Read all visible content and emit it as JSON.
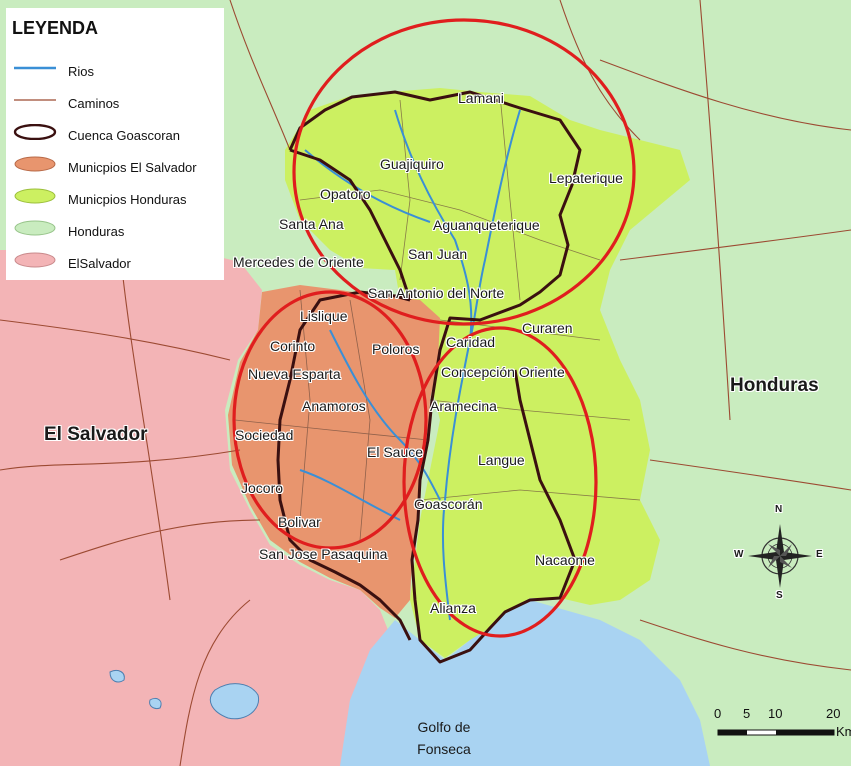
{
  "legend": {
    "title": "LEYENDA",
    "items": [
      {
        "label": "Rios",
        "symbol": "line",
        "color": "#3a8fd6"
      },
      {
        "label": "Caminos",
        "symbol": "line",
        "color": "#9c4a32"
      },
      {
        "label": "Cuenca Goascoran",
        "symbol": "outline",
        "color": "#3a1010"
      },
      {
        "label": "Municpios El Salvador",
        "symbol": "fill",
        "color": "#e8956e"
      },
      {
        "label": "Municpios Honduras",
        "symbol": "fill",
        "color": "#ccf061"
      },
      {
        "label": "Honduras",
        "symbol": "fill",
        "color": "#c9ecbf"
      },
      {
        "label": "ElSalvador",
        "symbol": "fill",
        "color": "#f3b4b6"
      }
    ]
  },
  "countries": {
    "el_salvador": "El Salvador",
    "honduras": "Honduras"
  },
  "municipalities": {
    "lamani": "Lamani",
    "guajiquiro": "Guajiquiro",
    "lepaterique": "Lepaterique",
    "opatoro": "Opatoro",
    "santa_ana": "Santa Ana",
    "aguanqueterique": "Aguanqueterique",
    "mercedes": "Mercedes de Oriente",
    "san_juan": "San Juan",
    "san_antonio": "San Antonio del Norte",
    "lislique": "Lislique",
    "curaren": "Curaren",
    "corinto": "Corinto",
    "poloros": "Poloros",
    "caridad": "Caridad",
    "nueva_esparta": "Nueva Esparta",
    "concepcion": "Concepción Oriente",
    "anamoros": "Anamoros",
    "aramecina": "Aramecina",
    "sociedad": "Sociedad",
    "el_sauce": "El Sauce",
    "langue": "Langue",
    "jocoro": "Jocoro",
    "goascoran": "Goascorán",
    "bolivar": "Bolivar",
    "san_jose": "San Jose Pasaquina",
    "nacaome": "Nacaome",
    "alianza": "Alianza"
  },
  "water": {
    "gulf": "Golfo de Fonseca",
    "color": "#a9d3f2"
  },
  "compass": {
    "n": "N",
    "s": "S",
    "e": "E",
    "w": "W"
  },
  "scale": {
    "ticks": [
      "0",
      "5",
      "10",
      "20"
    ],
    "unit": "Km"
  },
  "highlight_color": "#e01e1e"
}
